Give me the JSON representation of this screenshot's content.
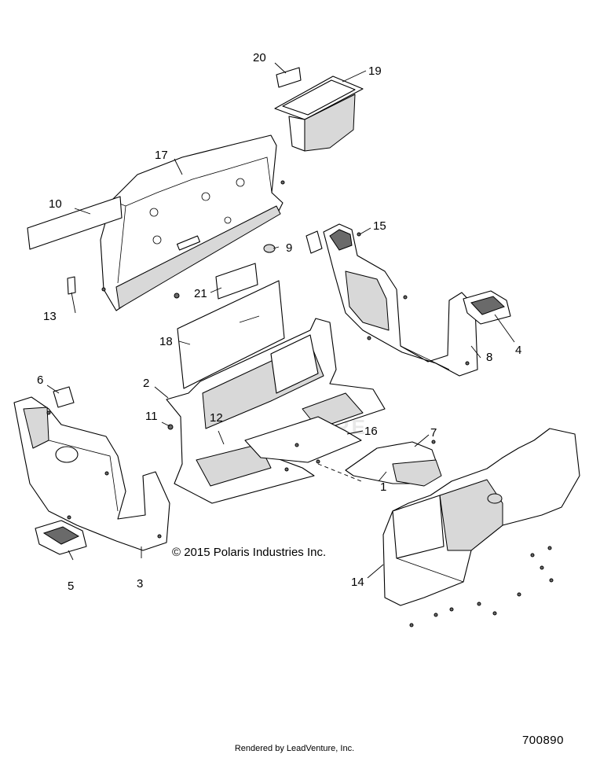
{
  "copyright": "© 2015 Polaris Industries Inc.",
  "footer": "Rendered by LeadVenture, Inc.",
  "diagram_number": "700890",
  "watermark": "LEADVENTURE",
  "callouts": {
    "c1": "1",
    "c2": "2",
    "c3": "3",
    "c4": "4",
    "c5": "5",
    "c6": "6",
    "c7": "7",
    "c8": "8",
    "c9": "9",
    "c10": "10",
    "c11": "11",
    "c12": "12",
    "c13": "13",
    "c14": "14",
    "c15": "15",
    "c16": "16",
    "c17": "17",
    "c18": "18",
    "c19": "19",
    "c20": "20",
    "c21": "21"
  }
}
